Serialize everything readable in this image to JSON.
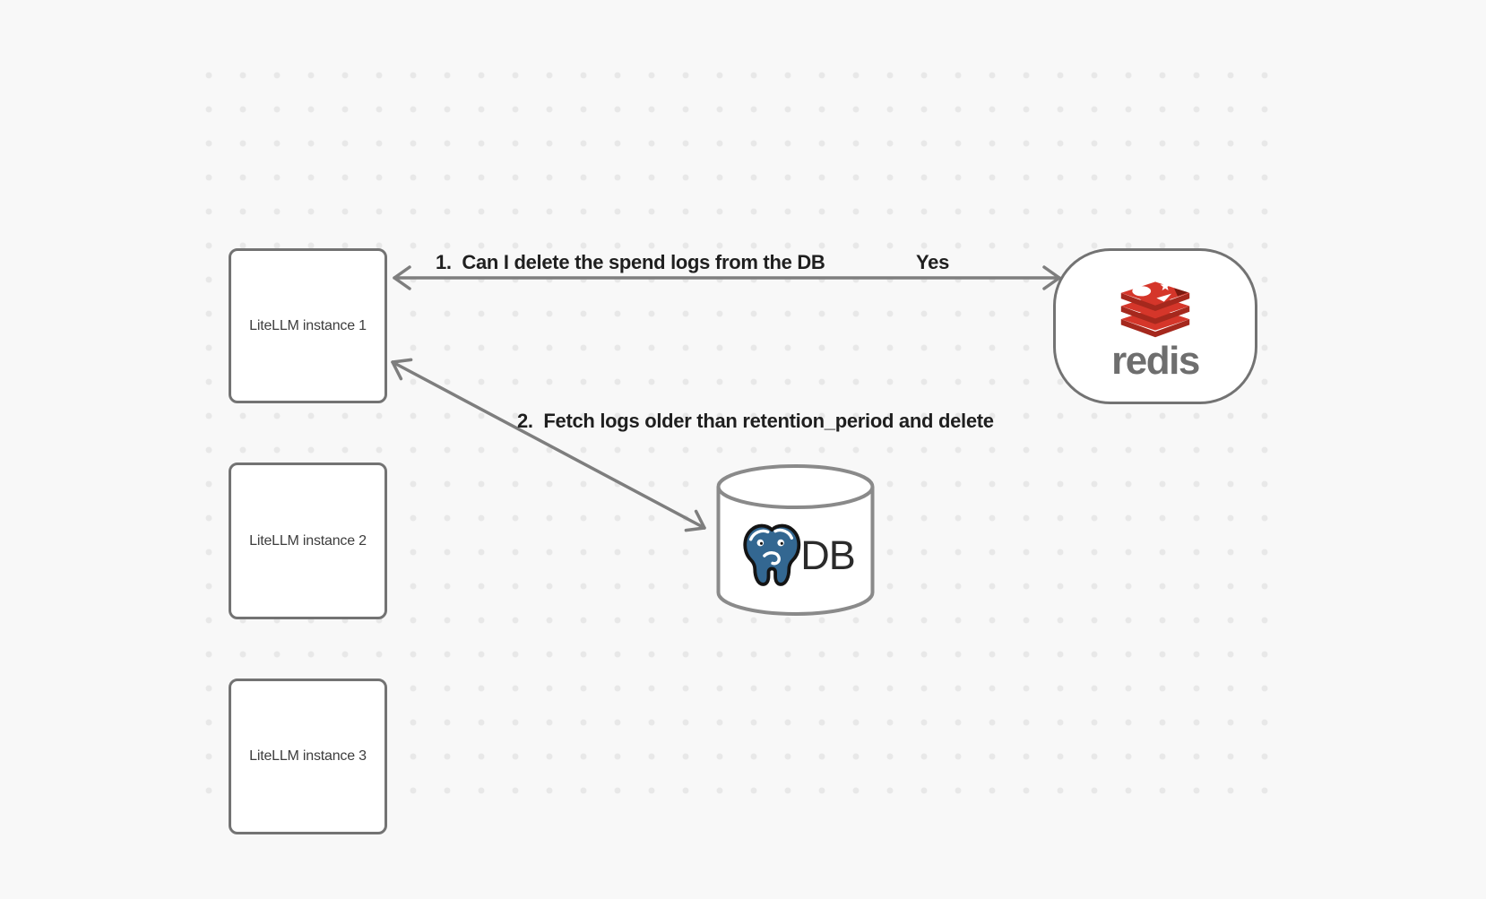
{
  "canvas": {
    "background_color": "#f8f8f8",
    "dot_color": "#e8e8e8"
  },
  "nodes": {
    "litellm_instances": [
      {
        "label": "LiteLLM instance 1"
      },
      {
        "label": "LiteLLM instance 2"
      },
      {
        "label": "LiteLLM instance 3"
      }
    ],
    "redis": {
      "wordmark": "redis",
      "icon": "redis-logo-icon",
      "brand_color": "#d5362a"
    },
    "database": {
      "label": "DB",
      "icon": "postgresql-icon",
      "brand_color": "#336791"
    }
  },
  "edges": {
    "redis_query": {
      "label": "1.  Can I delete the spend logs from the DB",
      "response": "Yes"
    },
    "db_fetch": {
      "label": "2.  Fetch logs older than retention_period and delete"
    }
  },
  "style": {
    "node_border_color": "#737373",
    "arrow_color": "#7e7e7e",
    "label_color": "#1f1f1f"
  }
}
